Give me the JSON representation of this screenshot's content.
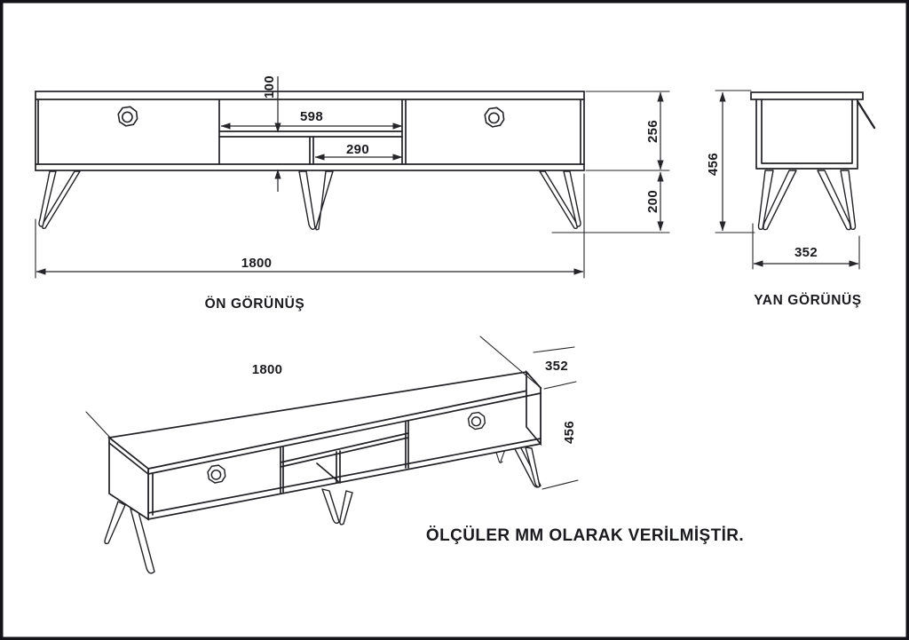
{
  "page": {
    "note": "ÖLÇÜLER MM OLARAK VERİLMİŞTİR.",
    "line_color": "#222226",
    "text_color": "#1b1b1f",
    "background": "#ffffff"
  },
  "front_view": {
    "label": "ÖN GÖRÜNÜŞ",
    "dimensions": {
      "total_width": "1800",
      "opening_width": "598",
      "shelf_width": "290",
      "opening_height": "100",
      "body_height": "256",
      "leg_height": "200"
    }
  },
  "side_view": {
    "label": "YAN GÖRÜNÜŞ",
    "dimensions": {
      "height": "456",
      "depth": "352"
    }
  },
  "iso_view": {
    "dimensions": {
      "length": "1800",
      "depth": "352",
      "height": "456"
    }
  }
}
